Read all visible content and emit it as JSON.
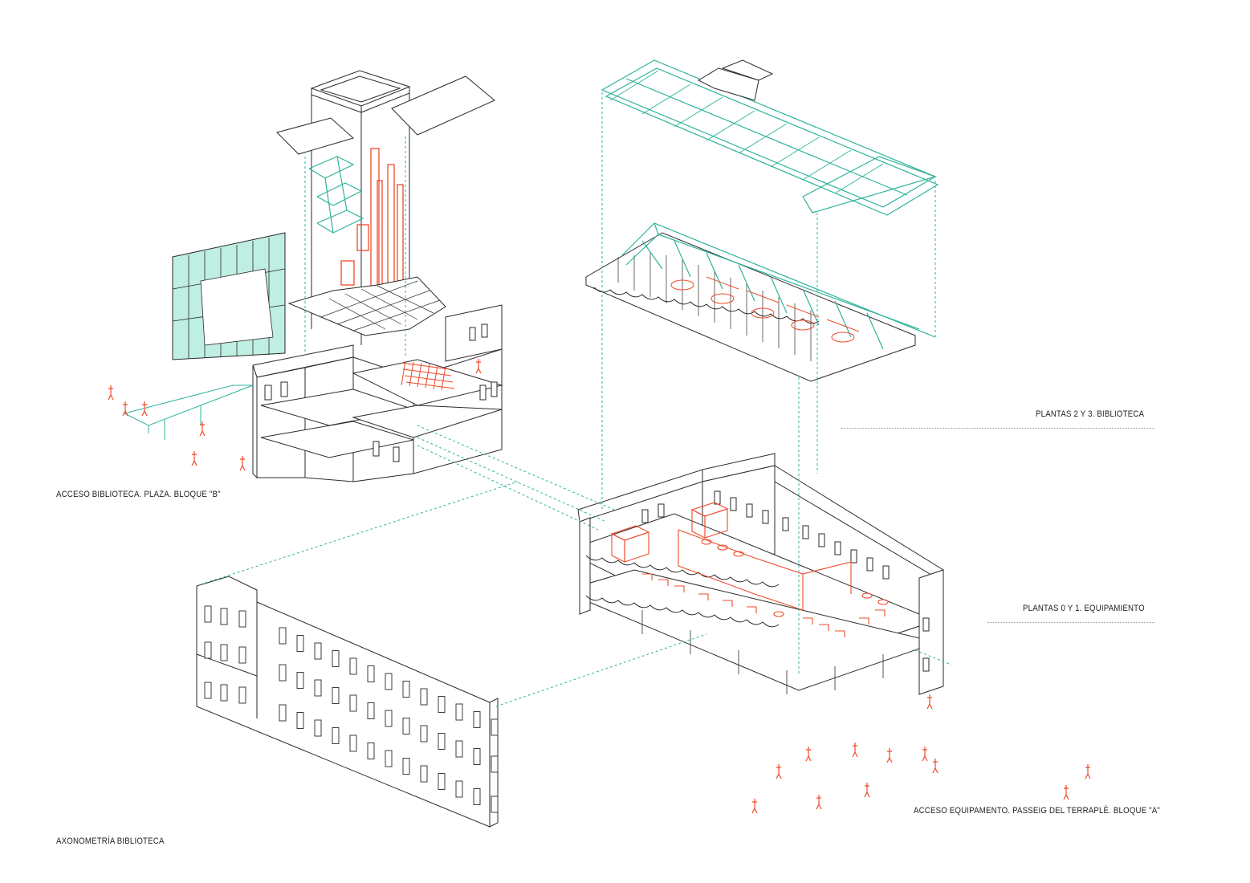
{
  "labels": {
    "plantas_2_3": "PLANTAS 2 Y 3. BIBLIOTECA",
    "acceso_biblioteca": "ACCESO BIBLIOTECA. PLAZA. BLOQUE \"B\"",
    "plantas_0_1": "PLANTAS 0 Y 1. EQUIPAMIENTO",
    "acceso_equipamento": "ACCESO EQUIPAMENTO. PASSEIG DEL TERRAPLÈ. BLOQUE \"A\"",
    "title": "AXONOMETRÍA BIBLIOTECA"
  },
  "colors": {
    "line": "#2a2a2a",
    "teal": "#2fb39c",
    "teal_fill": "#bfeee2",
    "red": "#ee4b2b",
    "leader": "#9a9a9a"
  }
}
